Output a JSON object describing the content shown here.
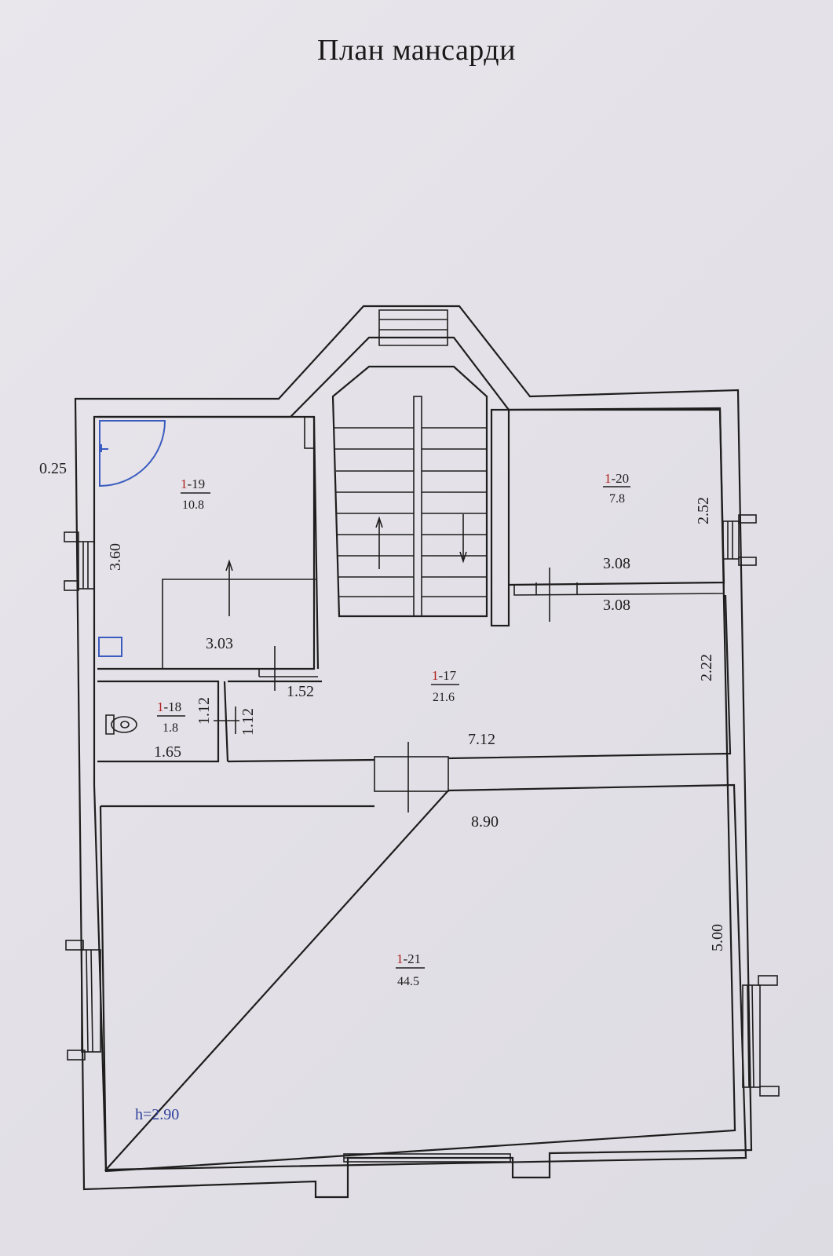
{
  "title": "План мансарди",
  "rooms": [
    {
      "prefix": "1",
      "id": "-19",
      "area": "10.8"
    },
    {
      "prefix": "1",
      "id": "-20",
      "area": "7.8"
    },
    {
      "prefix": "1",
      "id": "-18",
      "area": "1.8"
    },
    {
      "prefix": "1",
      "id": "-17",
      "area": "21.6"
    },
    {
      "prefix": "1",
      "id": "-21",
      "area": "44.5"
    }
  ],
  "dimensions": {
    "wall_thickness": "0.25",
    "d_3_60": "3.60",
    "d_3_03": "3.03",
    "d_1_52": "1.52",
    "d_1_12_a": "1.12",
    "d_1_12_b": "1.12",
    "d_1_65": "1.65",
    "d_2_52": "2.52",
    "d_3_08_a": "3.08",
    "d_3_08_b": "3.08",
    "d_2_22": "2.22",
    "d_7_12": "7.12",
    "d_8_90": "8.90",
    "d_5_00": "5.00"
  },
  "ceiling_height": "h=2.90"
}
